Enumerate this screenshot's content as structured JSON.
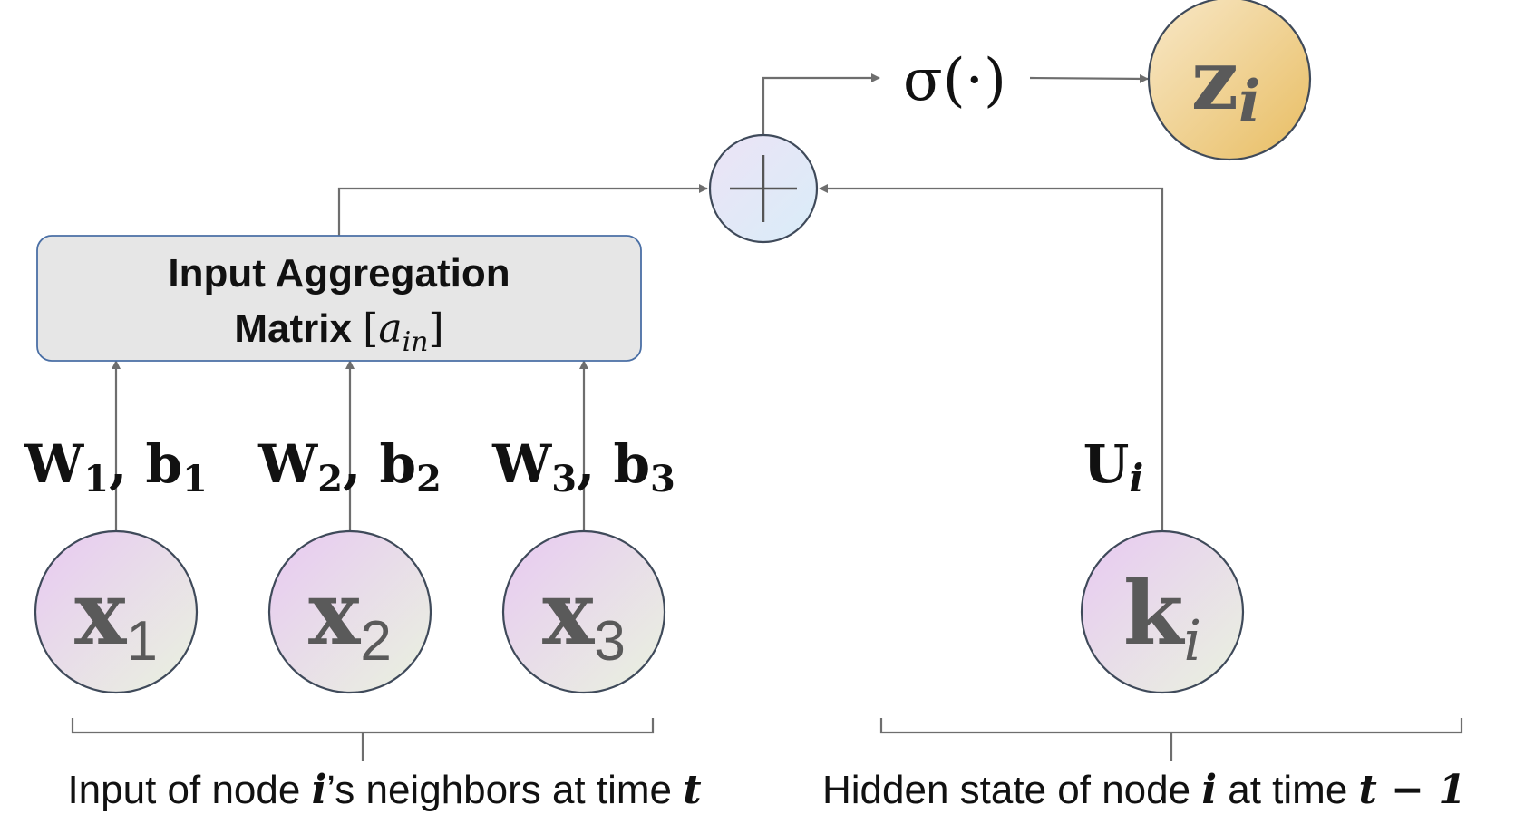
{
  "aggregation_box": {
    "line1": "Input Aggregation",
    "line2_text": "Matrix ",
    "line2_math_open": "[",
    "line2_math_var": "a",
    "line2_math_sub": "in",
    "line2_math_close": "]"
  },
  "activation": {
    "label": "σ(·)"
  },
  "sum_node": {
    "symbol": "+"
  },
  "output_node": {
    "base": "z",
    "sub": "i"
  },
  "input_nodes": [
    {
      "base": "x",
      "sub": "1",
      "weight": "W",
      "weight_sub": "1",
      "bias": "b",
      "bias_sub": "1"
    },
    {
      "base": "x",
      "sub": "2",
      "weight": "W",
      "weight_sub": "2",
      "bias": "b",
      "bias_sub": "2"
    },
    {
      "base": "x",
      "sub": "3",
      "weight": "W",
      "weight_sub": "3",
      "bias": "b",
      "bias_sub": "3"
    }
  ],
  "hidden_node": {
    "base": "k",
    "sub": "i",
    "weight": "U",
    "weight_sub": "i"
  },
  "captions": {
    "left": {
      "pre": "Input of node ",
      "var": "i",
      "post": "’s neighbors at time ",
      "time": "t"
    },
    "right": {
      "pre": "Hidden state of node ",
      "var": "i",
      "mid": " at time ",
      "time": "t − 1"
    }
  },
  "colors": {
    "line": "#6e6e6e",
    "node_border": "#3f4a5a",
    "box_fill": "#e6e6e6",
    "box_border": "#4a6fa5",
    "node_text": "#5a5a5a"
  }
}
